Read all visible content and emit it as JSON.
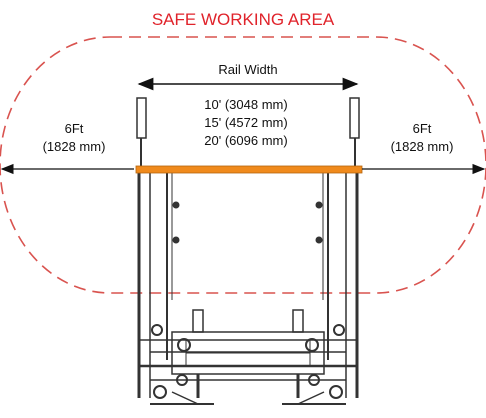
{
  "title": "SAFE WORKING AREA",
  "rail_width_label": "Rail Width",
  "rail_widths": [
    "10' (3048 mm)",
    "15' (4572 mm)",
    "20' (6096 mm)"
  ],
  "left_clearance": {
    "feet": "6Ft",
    "metric": "(1828 mm)"
  },
  "right_clearance": {
    "feet": "6Ft",
    "metric": "(1828 mm)"
  },
  "colors": {
    "title": "#e0232b",
    "boundary": "#d9534f",
    "rail": "#f08a1c",
    "line": "#111111",
    "machine": "#333333"
  }
}
